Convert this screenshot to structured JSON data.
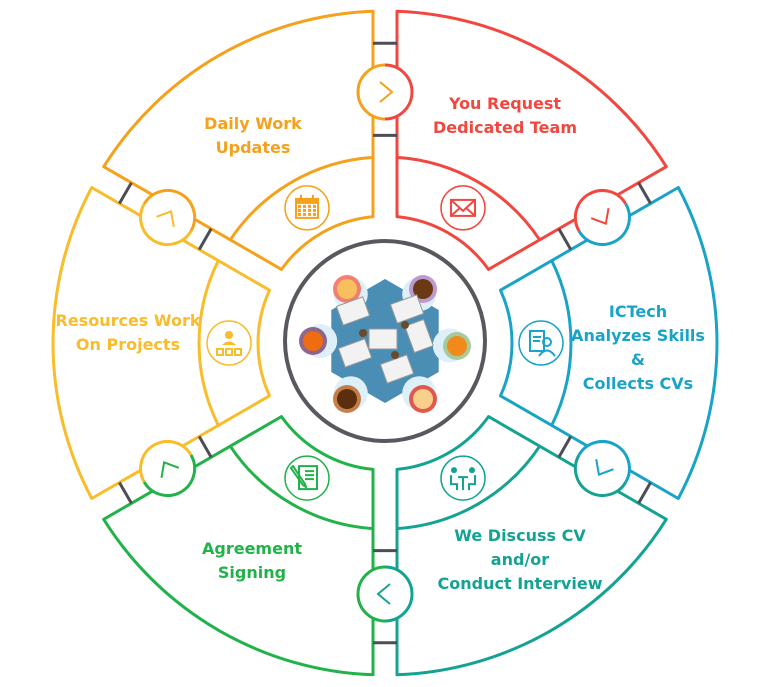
{
  "segments": [
    {
      "id": "request-team",
      "lines": [
        "You Request",
        "Dedicated Team"
      ],
      "color": "#F2473F",
      "icon": "envelope-icon"
    },
    {
      "id": "analyze-skills",
      "lines": [
        "ICTech",
        "Analyzes Skills",
        "&",
        "Collects CVs"
      ],
      "color": "#1AA3C8",
      "icon": "cv-review-icon"
    },
    {
      "id": "discuss-cv",
      "lines": [
        "We Discuss CV",
        "and/or",
        "Conduct Interview"
      ],
      "color": "#14A393",
      "icon": "interview-icon"
    },
    {
      "id": "agreement",
      "lines": [
        "Agreement",
        "Signing"
      ],
      "color": "#22B24A",
      "icon": "contract-icon"
    },
    {
      "id": "resources-work",
      "lines": [
        "Resources Work",
        "On Projects"
      ],
      "color": "#F9BC2A",
      "icon": "team-tasks-icon"
    },
    {
      "id": "daily-updates",
      "lines": [
        "Daily Work",
        "Updates"
      ],
      "color": "#F6A11C",
      "icon": "calendar-icon"
    }
  ],
  "connector_color": "#4d4d55",
  "table_color": "#4A8DB5"
}
